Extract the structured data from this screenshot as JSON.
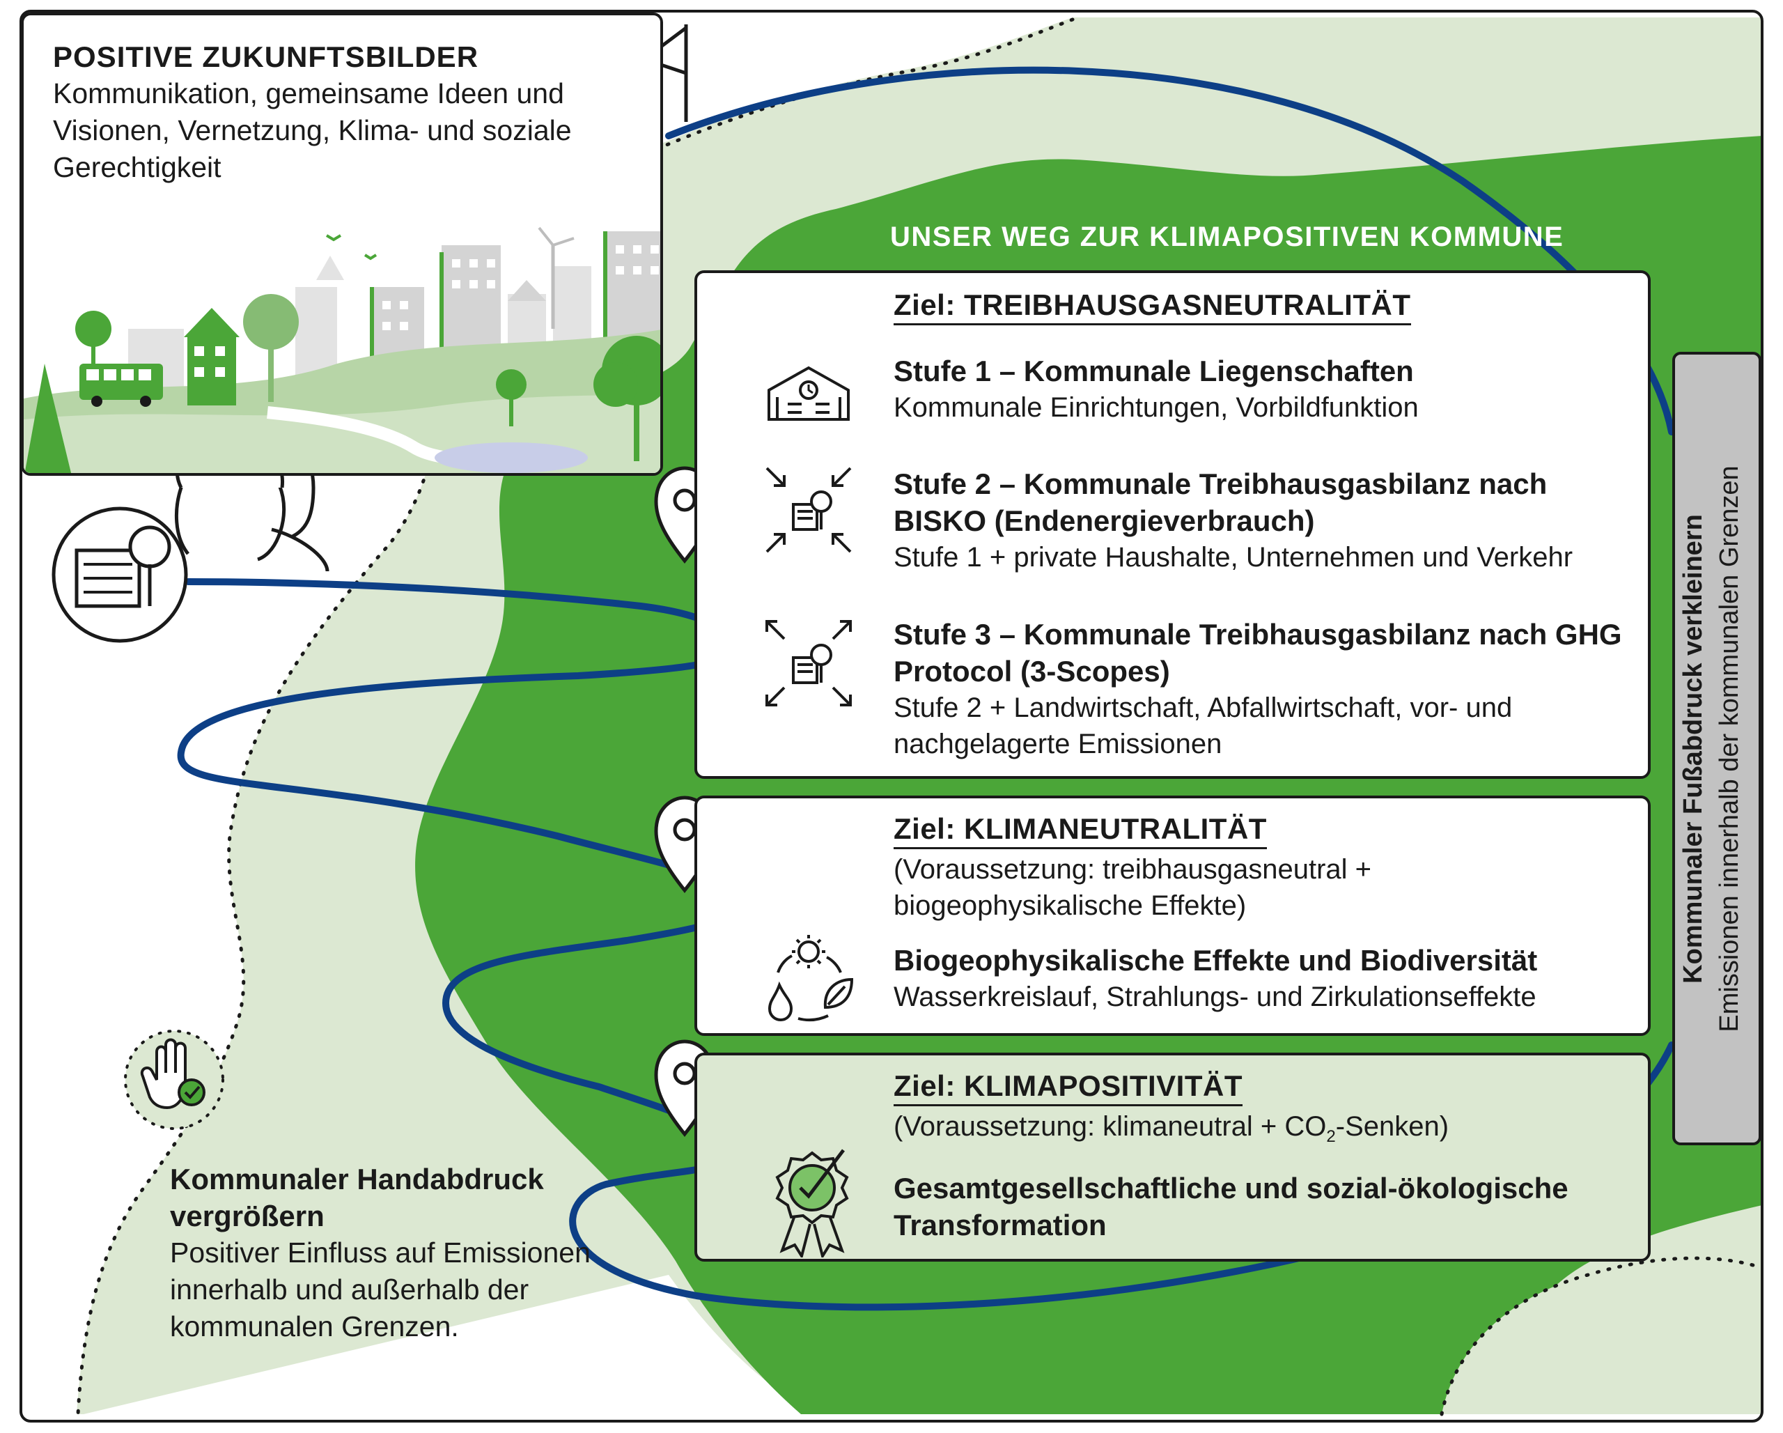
{
  "vision": {
    "title": "POSITIVE ZUKUNFTSBILDER",
    "text": "Kommunikation, gemeinsame Ideen und Visionen, Vernetzung, Klima- und soziale Gerechtigkeit"
  },
  "path_heading": "UNSER WEG ZUR KLIMAPOSITIVEN KOMMUNE",
  "goal1": {
    "heading": "Ziel: TREIBHAUSGASNEUTRALITÄT",
    "stage1_title": "Stufe 1 – Kommunale Liegenschaften",
    "stage1_desc": "Kommunale Einrichtungen, Vorbildfunktion",
    "stage2_title": "Stufe 2 – Kommunale Treibhausgasbilanz nach BISKO (Endenergieverbrauch)",
    "stage2_desc": "Stufe 1 + private Haushalte, Unternehmen und Verkehr",
    "stage3_title": "Stufe 3 – Kommunale Treibhausgasbilanz nach GHG Protocol (3-Scopes)",
    "stage3_desc": "Stufe 2 + Landwirtschaft, Abfallwirtschaft, vor- und nachgelagerte Emissionen"
  },
  "goal2": {
    "heading": "Ziel: KLIMANEUTRALITÄT",
    "prereq": "(Voraussetzung: treibhausgasneutral + biogeophysikalische Effekte)",
    "effects_title": "Biogeophysikalische Effekte und Biodiversität",
    "effects_desc": "Wasserkreislauf, Strahlungs- und Zirkulationseffekte"
  },
  "goal3": {
    "heading": "Ziel: KLIMAPOSITIVITÄT",
    "prereq_pre": "(Voraussetzung: klimaneutral + CO",
    "prereq_sub": "2",
    "prereq_post": "-Senken)",
    "transform_title": "Gesamtgesellschaftliche und sozial-ökologische Transformation"
  },
  "footprint": {
    "title": "Kommunaler Fußabdruck verkleinern",
    "subtitle": "Emissionen innerhalb der kommunalen Grenzen"
  },
  "handprint": {
    "title": "Kommunaler Handabdruck vergrößern",
    "text": "Positiver Einfluss auf Emissionen innerhalb und außerhalb der kommunalen Grenzen."
  },
  "icons": [
    "municipal-building-icon",
    "arrows-inward-icon",
    "arrows-outward-icon",
    "water-sun-leaf-cycle-icon",
    "award-badge-icon",
    "hand-check-icon",
    "people-icon",
    "city-tree-icon",
    "flag-icon",
    "map-pin-icon"
  ],
  "colors": {
    "dark_green": "#4ba638",
    "light_green": "#dce8d2",
    "path_blue": "#0d3f86",
    "grey_bar": "#c2c2c2",
    "goal3_bg": "#dce8d2"
  }
}
